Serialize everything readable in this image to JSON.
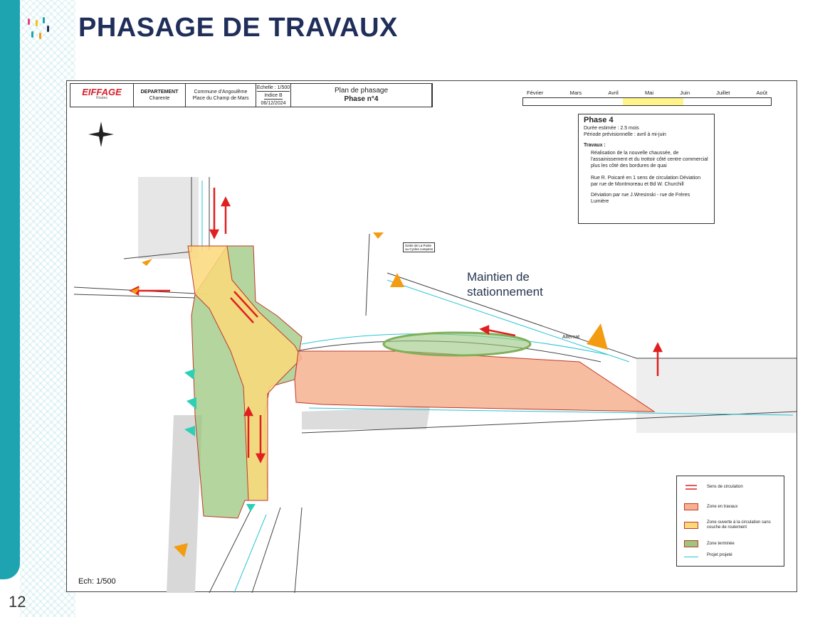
{
  "slide": {
    "title": "PHASAGE DE TRAVAUX",
    "page_number": "12",
    "accent_color": "#1ea3b0",
    "title_color": "#1f2f5a"
  },
  "cartouche": {
    "company": "EIFFAGE",
    "company_sub": "Routes",
    "department_label": "DEPARTEMENT",
    "department_value": "Charente",
    "commune_label": "Commune d'Angoulême",
    "commune_value": "Place du Champ de Mars",
    "scale": "Echelle : 1/500",
    "index": "Indice B",
    "date": "06/12/2024",
    "plan_title": "Plan de phasage",
    "plan_phase": "Phase n°4"
  },
  "timeline": {
    "months": [
      "Février",
      "Mars",
      "Avril",
      "Mai",
      "Juin",
      "Juillet",
      "Août"
    ],
    "highlight_color": "#fff38a"
  },
  "phase_info": {
    "title": "Phase 4",
    "duration": "Durée estimée : 2.5 mois",
    "period": "Période prévisionnelle : avril à mi-juin",
    "works_label": "Travaux :",
    "works_text": "Réalisation de la nouvelle chaussée, de l'assainissement et du trottoir côté centre commercial plus les côté des bordures de quai",
    "traffic_text": "Rue R. Poicaré en 1 sens de circulation Déviation par rue de Montmoreau et Bd W. Churchill",
    "deviation_text": "Déviation par rue J.Wresinski - rue de Frères Lumière"
  },
  "map_labels": {
    "maintien": "Maintien de",
    "stationnement": "stationnement",
    "alternat": "Alternat",
    "callout_line1": "Sortie de La Poste",
    "callout_line2": "ou Cycles compens",
    "scale_note": "Ech: 1/500"
  },
  "legend": {
    "items": [
      {
        "label": "Sens de circulation",
        "color": "#e02020"
      },
      {
        "label": "Zone en travaux",
        "color": "#f6b28f"
      },
      {
        "label": "Zone ouverte à la circulation sans couche de roulement",
        "color": "#fbd97a"
      },
      {
        "label": "Zone terminée",
        "color": "#9bc77e"
      },
      {
        "label": "Projet projeté",
        "color": "#29c4d6"
      }
    ]
  }
}
